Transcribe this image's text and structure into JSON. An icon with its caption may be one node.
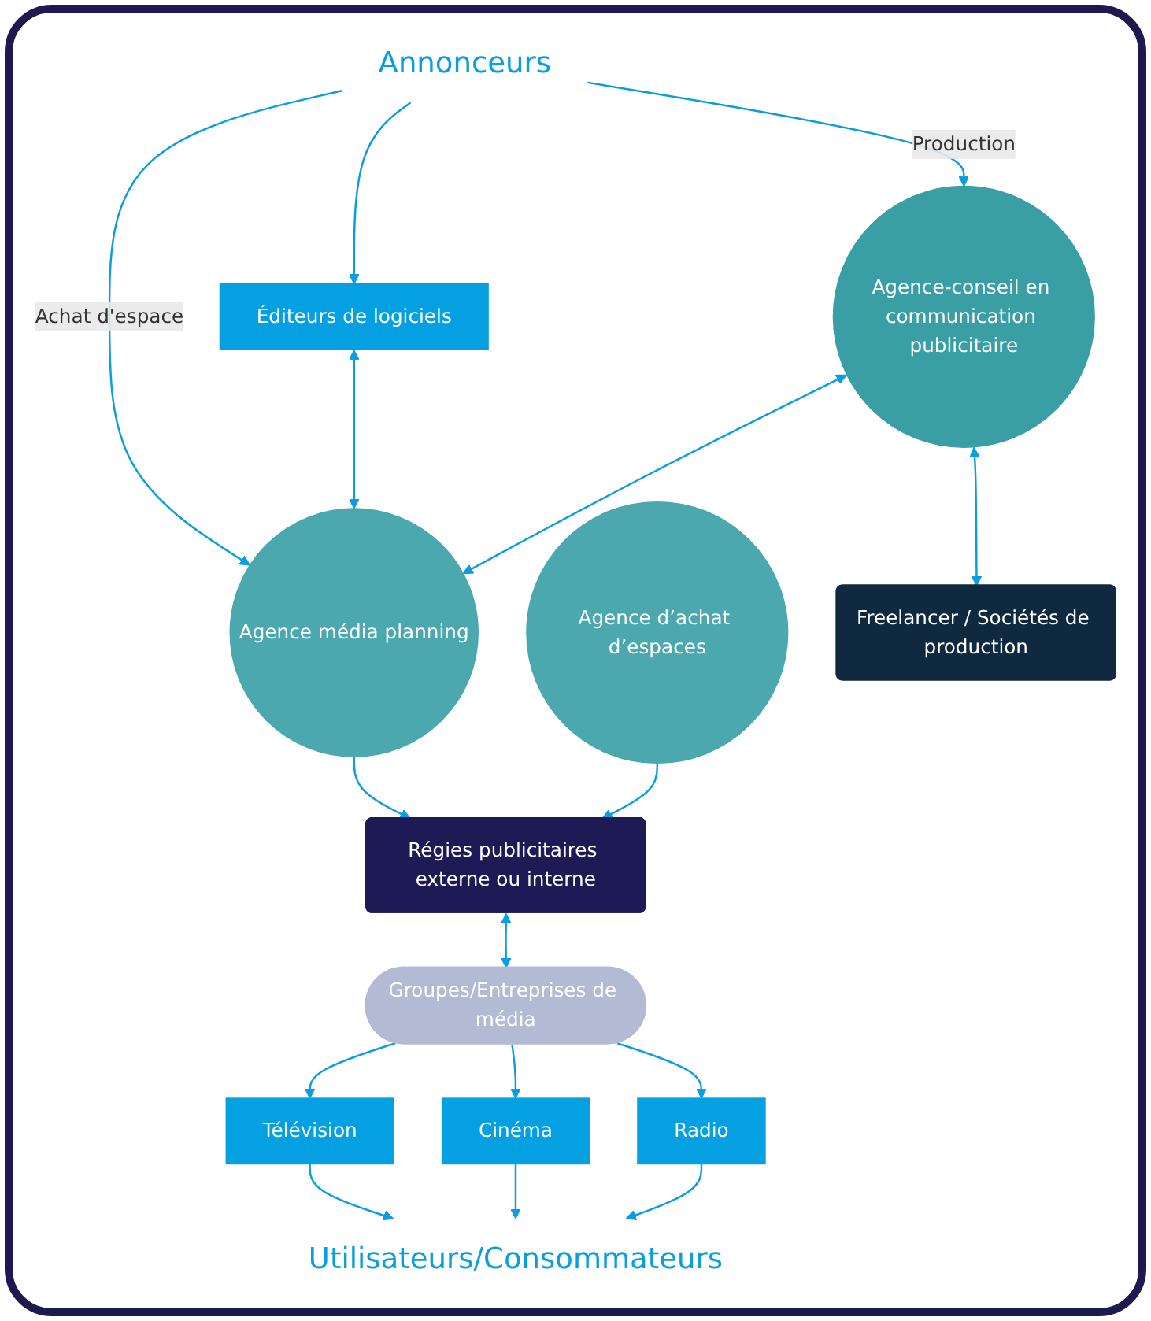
{
  "diagram": {
    "nodes": [
      {
        "text": [
          "Annonceurs"
        ]
      },
      {
        "text": [
          "Éditeurs de logiciels"
        ]
      },
      {
        "text": [
          "Agence-conseil en communication publicitaire"
        ]
      },
      {
        "text": [
          "Agence média planning"
        ]
      },
      {
        "text": [
          "Agence d’achat d’espaces"
        ]
      },
      {
        "text": [
          "Freelancer / Sociétés de production"
        ]
      },
      {
        "text": [
          "Régies publicitaires externe ou interne"
        ]
      },
      {
        "text": [
          "Groupes/Entreprises de média"
        ]
      },
      {
        "text": [
          "Télévision"
        ]
      },
      {
        "text": [
          "Cinéma"
        ]
      },
      {
        "text": [
          "Radio"
        ]
      },
      {
        "text": [
          "Utilisateurs/Consommateurs"
        ]
      }
    ],
    "edges": [
      {
        "from": 0,
        "to": 2,
        "arrow": "to",
        "label": "Production"
      },
      {
        "from": 0,
        "to": 3,
        "arrow": "to",
        "label": "Achat d'espace"
      },
      {
        "from": 0,
        "to": 1,
        "arrow": "to"
      },
      {
        "from": 1,
        "to": 3,
        "arrow": "both"
      },
      {
        "from": 2,
        "to": 3,
        "arrow": "both"
      },
      {
        "from": 2,
        "to": 5,
        "arrow": "both"
      },
      {
        "from": 3,
        "to": 6,
        "arrow": "to"
      },
      {
        "from": 4,
        "to": 6,
        "arrow": "to"
      },
      {
        "from": 6,
        "to": 7,
        "arrow": "both"
      },
      {
        "from": 7,
        "to": 8,
        "arrow": "to"
      },
      {
        "from": 7,
        "to": 9,
        "arrow": "to"
      },
      {
        "from": 7,
        "to": 10,
        "arrow": "to"
      },
      {
        "from": 8,
        "to": 11,
        "arrow": "to"
      },
      {
        "from": 9,
        "to": 11,
        "arrow": "to"
      },
      {
        "from": 10,
        "to": 11,
        "arrow": "to"
      }
    ]
  }
}
